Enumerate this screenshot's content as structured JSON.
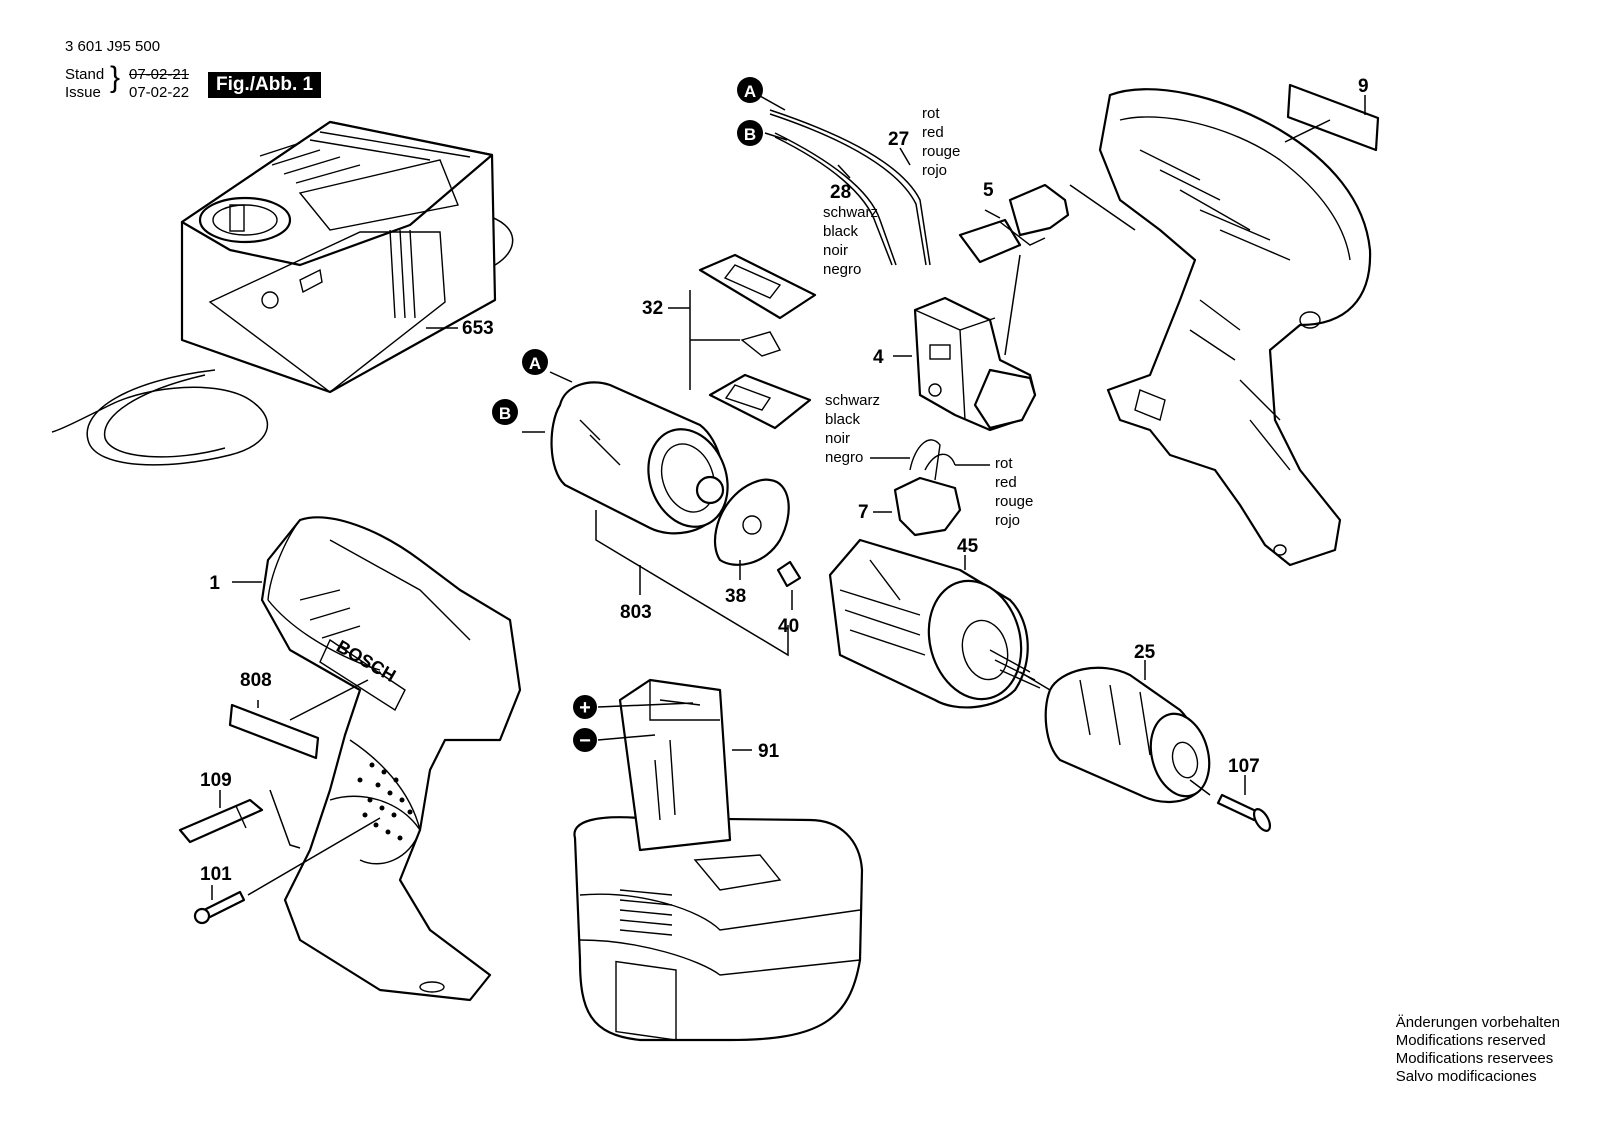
{
  "header": {
    "part_number": "3 601 J95 500",
    "stand_label": "Stand",
    "issue_label": "Issue",
    "date_old": "07-02-21",
    "date_new": "07-02-22",
    "figure_label": "Fig./Abb. 1"
  },
  "footer": {
    "lines": [
      "Änderungen vorbehalten",
      "Modifications reserved",
      "Modifications reservees",
      "Salvo modificaciones"
    ]
  },
  "colors": {
    "ink": "#000000",
    "paper": "#ffffff"
  },
  "callouts": {
    "A": "A",
    "B": "B",
    "plus": "+",
    "minus": "−"
  },
  "parts": {
    "p1": "1",
    "p4": "4",
    "p5": "5",
    "p7": "7",
    "p9": "9",
    "p25": "25",
    "p27": "27",
    "p28": "28",
    "p32": "32",
    "p38": "38",
    "p40": "40",
    "p45": "45",
    "p91": "91",
    "p101": "101",
    "p107": "107",
    "p109": "109",
    "p653": "653",
    "p803": "803",
    "p808": "808"
  },
  "wire_colors": {
    "red": [
      "rot",
      "red",
      "rouge",
      "rojo"
    ],
    "black": [
      "schwarz",
      "black",
      "noir",
      "negro"
    ]
  },
  "brand": "BOSCH"
}
